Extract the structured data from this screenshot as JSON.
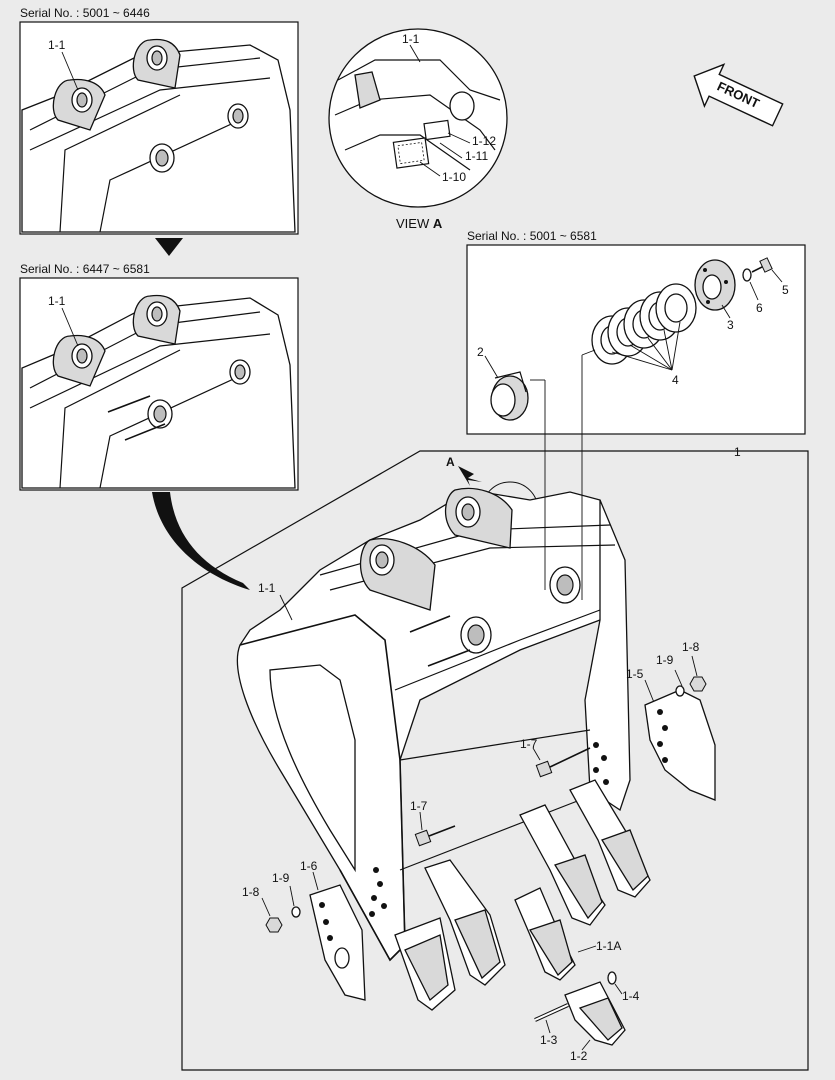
{
  "serials": {
    "top_left": "Serial No. : 5001 ~ 6446",
    "mid_left": "Serial No. : 6447 ~ 6581",
    "right_box": "Serial No. : 5001 ~ 6581"
  },
  "view": {
    "label_word": "VIEW",
    "label_letter": "A",
    "arrow_letter": "A"
  },
  "front_arrow": {
    "text": "FRONT"
  },
  "labels": {
    "top_inset_part": "1-1",
    "mid_inset_part": "1-1",
    "view_1_1": "1-1",
    "view_1_12": "1-12",
    "view_1_11": "1-11",
    "view_1_10": "1-10",
    "p2": "2",
    "p3": "3",
    "p4": "4",
    "p5": "5",
    "p6": "6",
    "p1": "1",
    "main_1_1": "1-1",
    "p1_5": "1-5",
    "p1_9_right": "1-9",
    "p1_8_right": "1-8",
    "p1_7_upper": "1-7",
    "p1_7_lower": "1-7",
    "p1_6": "1-6",
    "p1_9_left": "1-9",
    "p1_8_left": "1-8",
    "p1_1A": "1-1A",
    "p1_4": "1-4",
    "p1_3": "1-3",
    "p1_2": "1-2"
  }
}
